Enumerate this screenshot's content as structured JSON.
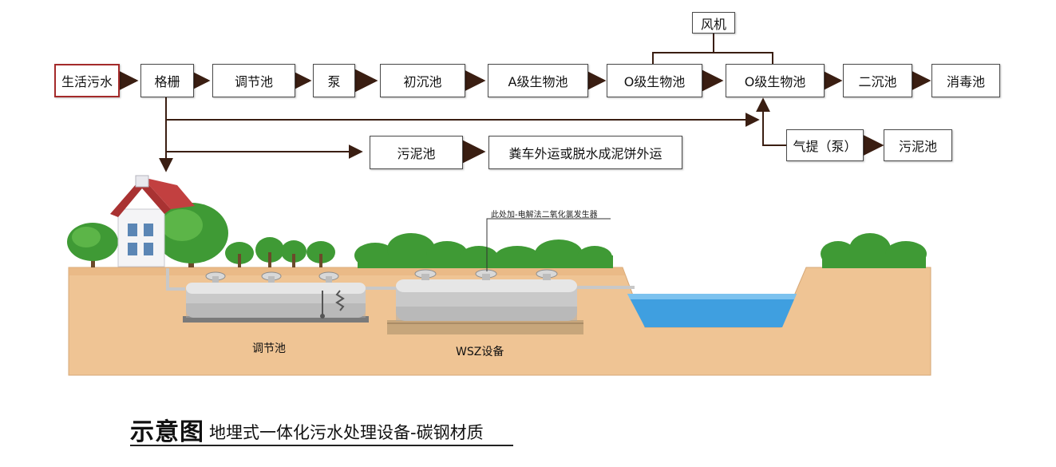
{
  "flow": {
    "blower": "风机",
    "domestic_sewage": "生活污水",
    "grille": "格栅",
    "equalization_tank": "调节池",
    "pump": "泵",
    "primary_settling_tank": "初沉池",
    "a_bio_tank": "A级生物池",
    "o_bio_tank_1": "O级生物池",
    "o_bio_tank_2": "O级生物池",
    "secondary_settling_tank": "二沉池",
    "disinfection_tank": "消毒池",
    "sludge_tank": "污泥池",
    "sludge_disposal": "粪车外运或脱水成泥饼外运",
    "airlift_pump": "气提（泵）",
    "sludge_tank_2": "污泥池"
  },
  "scene": {
    "callout": "此处加-电解法二氧化氯发生器",
    "equalization_tank_label": "调节池",
    "wsz_label": "WSZ设备"
  },
  "caption": {
    "badge": "示意图",
    "text": "地埋式一体化污水处理设备-碳钢材质"
  },
  "colors": {
    "source_border": "#a42a2a",
    "arrow": "#3a1e12",
    "soil": "#efc494",
    "water": "#3f9fe0",
    "tree": "#3f9a35"
  }
}
